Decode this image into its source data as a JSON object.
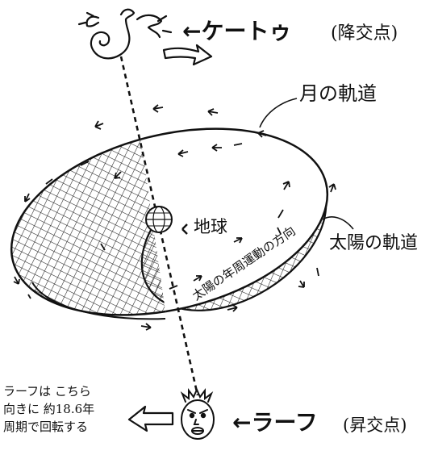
{
  "labels": {
    "ketu": "←ケートゥ",
    "ketu_sub": "(降交点)",
    "moon_orbit": "月の軌道",
    "earth": "地球",
    "sun_orbit": "太陽の軌道",
    "sun_motion": "太陽の年周運動の方向",
    "rahu": "←ラーフ",
    "rahu_sub": "(昇交点)",
    "rahu_note_1": "ラーフは こちら",
    "rahu_note_2": "向きに 約18.6年",
    "rahu_note_3": "周期で回転する"
  },
  "icons": {
    "ketu": "ketu-figure-icon",
    "rahu": "rahu-face-icon",
    "earth": "earth-globe-icon",
    "rotation": "rotation-arrow-icon"
  },
  "colors": {
    "ink": "#111111",
    "paper": "#ffffff",
    "hatch": "#222222"
  }
}
